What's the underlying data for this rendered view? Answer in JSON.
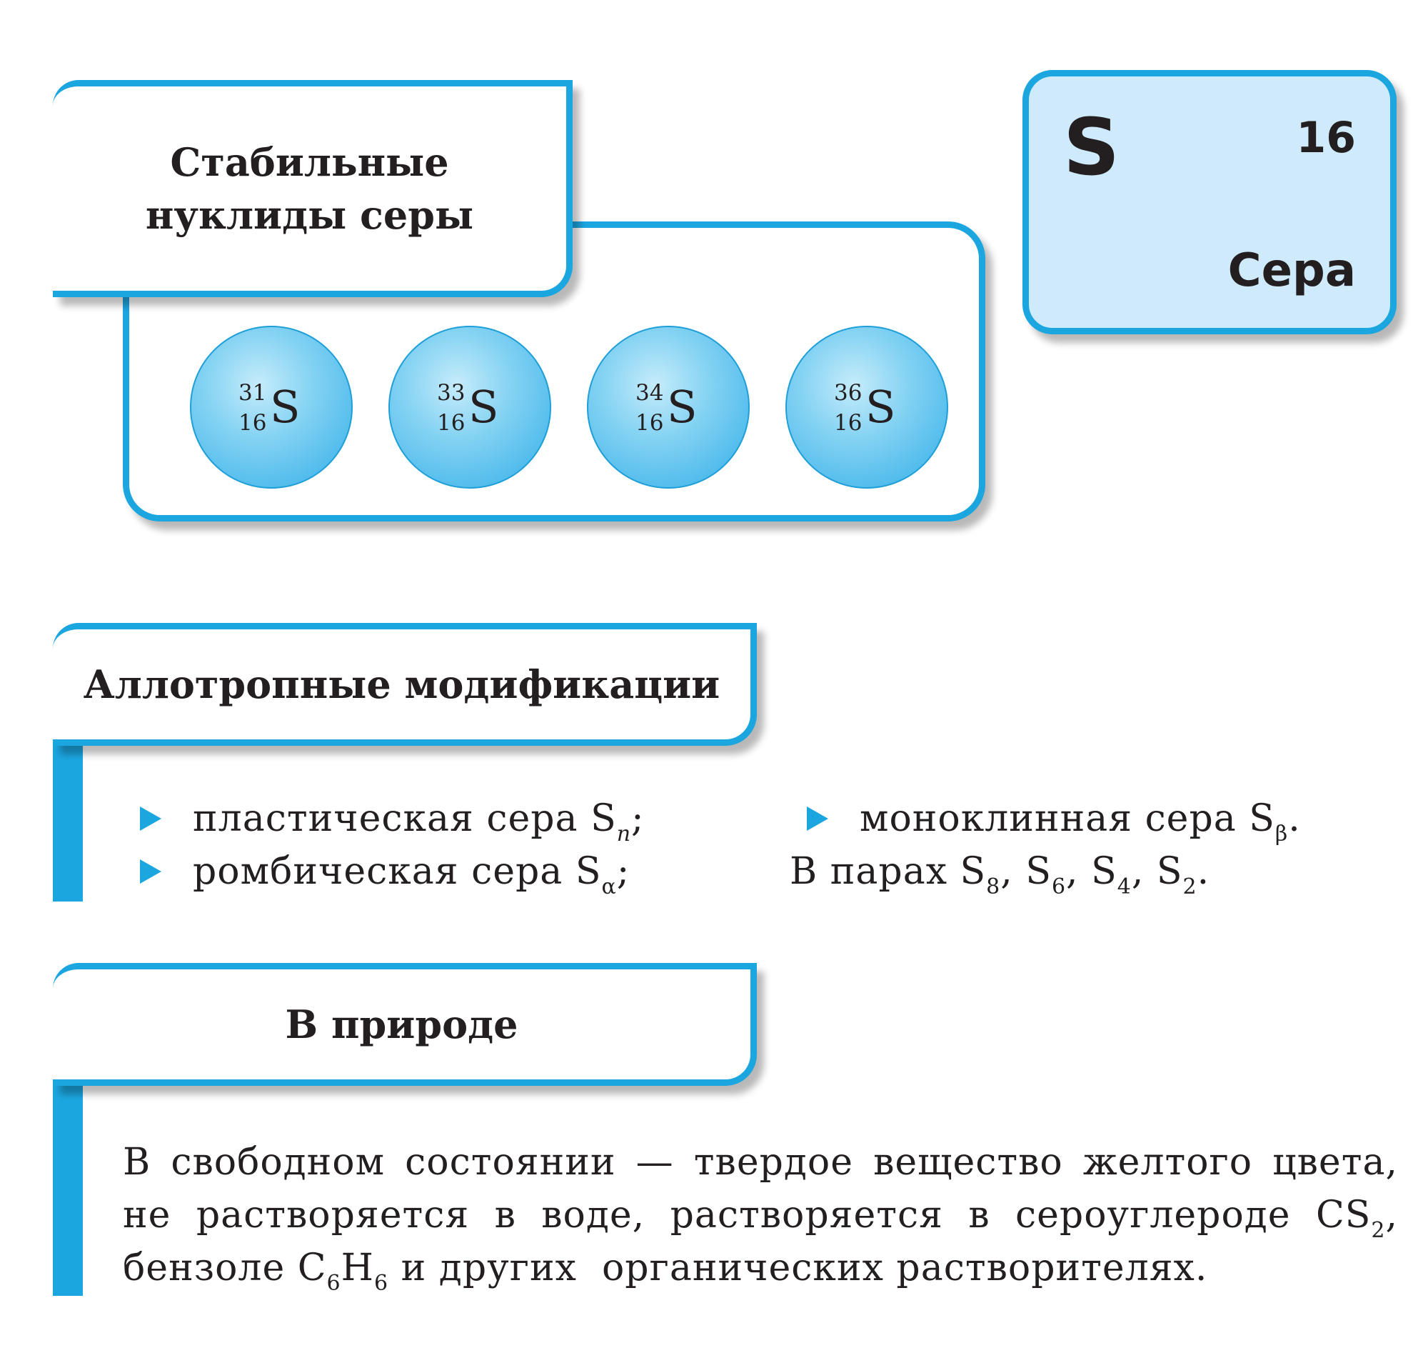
{
  "nuclides": {
    "title_line1": "Стабильные",
    "title_line2": "нуклиды серы",
    "items": [
      {
        "mass": "31",
        "number": "16",
        "symbol": "S"
      },
      {
        "mass": "33",
        "number": "16",
        "symbol": "S"
      },
      {
        "mass": "34",
        "number": "16",
        "symbol": "S"
      },
      {
        "mass": "36",
        "number": "16",
        "symbol": "S"
      }
    ]
  },
  "element": {
    "symbol": "S",
    "number": "16",
    "name": "Сера"
  },
  "allotropes": {
    "title": "Аллотропные модификации",
    "item1_text": "пластическая сера S",
    "item1_sub": "n",
    "item1_end": ";",
    "item2_text": "ромбическая сера S",
    "item2_sub": "α",
    "item2_end": ";",
    "item3_text": "моноклинная сера S",
    "item3_sub": "β",
    "item3_end": ".",
    "vapors_prefix": "В парах S",
    "vapor_sub1": "8",
    "vapor_s2": ", S",
    "vapor_sub2": "6",
    "vapor_s3": ", S",
    "vapor_sub3": "4",
    "vapor_s4": ", S",
    "vapor_sub4": "2",
    "vapors_end": "."
  },
  "nature": {
    "title": "В природе",
    "line1": "В свободном состоянии — твердое вещество желтого цвета,",
    "line2_text": "не растворяется в воде, растворяется в сероуглероде CS",
    "line2_sub": "2",
    "line2_end": ",",
    "line3_a": "бензоле C",
    "line3_sub1": "6",
    "line3_b": "H",
    "line3_sub2": "6",
    "line3_c": " и других  органических растворителях."
  },
  "colors": {
    "accent": "#1ca6e0",
    "card_fill": "#cfeafa",
    "sphere": "#4fbbec",
    "text": "#231f20"
  }
}
